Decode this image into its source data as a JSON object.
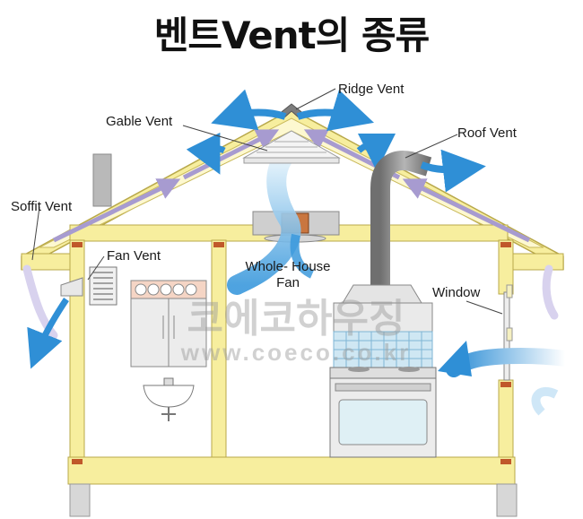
{
  "title": "벤트Vent의 종류",
  "labels": {
    "ridge_vent": "Ridge Vent",
    "gable_vent": "Gable Vent",
    "roof_vent": "Roof Vent",
    "soffit_vent": "Soffit Vent",
    "fan_vent": "Fan Vent",
    "whole_house_fan_line1": "Whole- House",
    "whole_house_fan_line2": "Fan",
    "window": "Window"
  },
  "watermark": {
    "korean": "코에코하우징",
    "url": "www.coeco.co.kr"
  },
  "colors": {
    "frame": "#f7ee9e",
    "frame_stroke": "#b8a84a",
    "air_blue": "#2f8fd6",
    "air_purple": "#a79bd0",
    "duct_gray": "#8a8a8a"
  }
}
